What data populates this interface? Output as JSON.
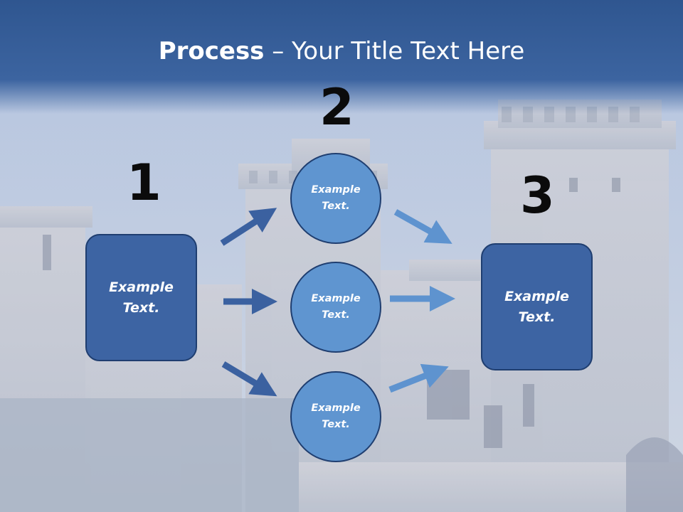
{
  "slide": {
    "title_bold": "Process",
    "title_rest": " – Your Title Text Here"
  },
  "steps": {
    "one": "1",
    "two": "2",
    "three": "3"
  },
  "left_box": {
    "line1": "Example",
    "line2": "Text."
  },
  "right_box": {
    "line1": "Example",
    "line2": "Text."
  },
  "circles": [
    {
      "line1": "Example",
      "line2": "Text."
    },
    {
      "line1": "Example",
      "line2": "Text."
    },
    {
      "line1": "Example",
      "line2": "Text."
    }
  ],
  "colors": {
    "header": "#2f5690",
    "box_fill": "#3d64a3",
    "circle_fill": "#5f95d0",
    "arrow_dark": "#3b61a0",
    "arrow_light": "#5e93cf",
    "number_text": "#0b0b0b"
  }
}
